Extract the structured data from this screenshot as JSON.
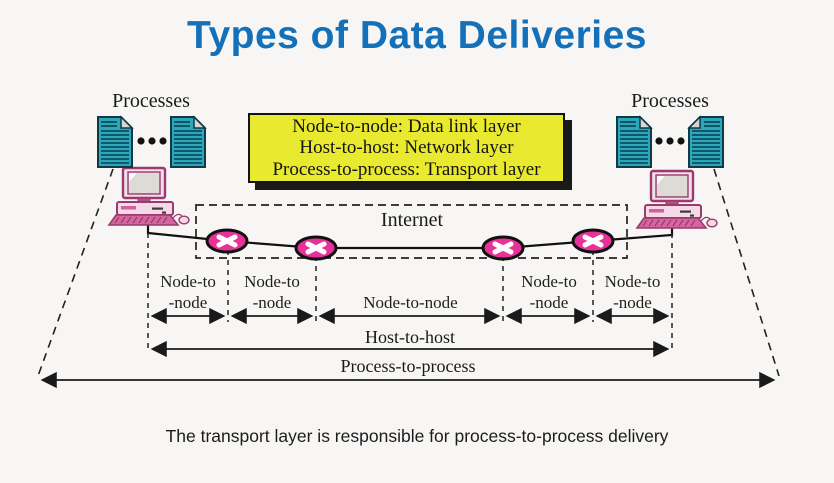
{
  "slide": {
    "title": "Types of Data Deliveries",
    "caption": "The transport layer is responsible for process-to-process delivery"
  },
  "diagram": {
    "left_processes_label": "Processes",
    "right_processes_label": "Processes",
    "internet_label": "Internet",
    "note_box": {
      "lines": [
        "Node-to-node: Data link layer",
        "Host-to-host: Network layer",
        "Process-to-process: Transport layer"
      ]
    },
    "node_segments": [
      {
        "label": "Node-to\n-node"
      },
      {
        "label": "Node-to\n-node"
      },
      {
        "label": "Node-to-node"
      },
      {
        "label": "Node-to\n-node"
      },
      {
        "label": "Node-to\n-node"
      }
    ],
    "host_span_label": "Host-to-host",
    "process_span_label": "Process-to-process"
  },
  "colors": {
    "background": "#f7f6f4",
    "title_blue": "#1471b9",
    "note_yellow": "#e9e930",
    "document_teal": "#2ba6ba",
    "router_pink": "#e83299",
    "computer_pink": "#d4659f",
    "line_dark": "#1a1a1a"
  }
}
